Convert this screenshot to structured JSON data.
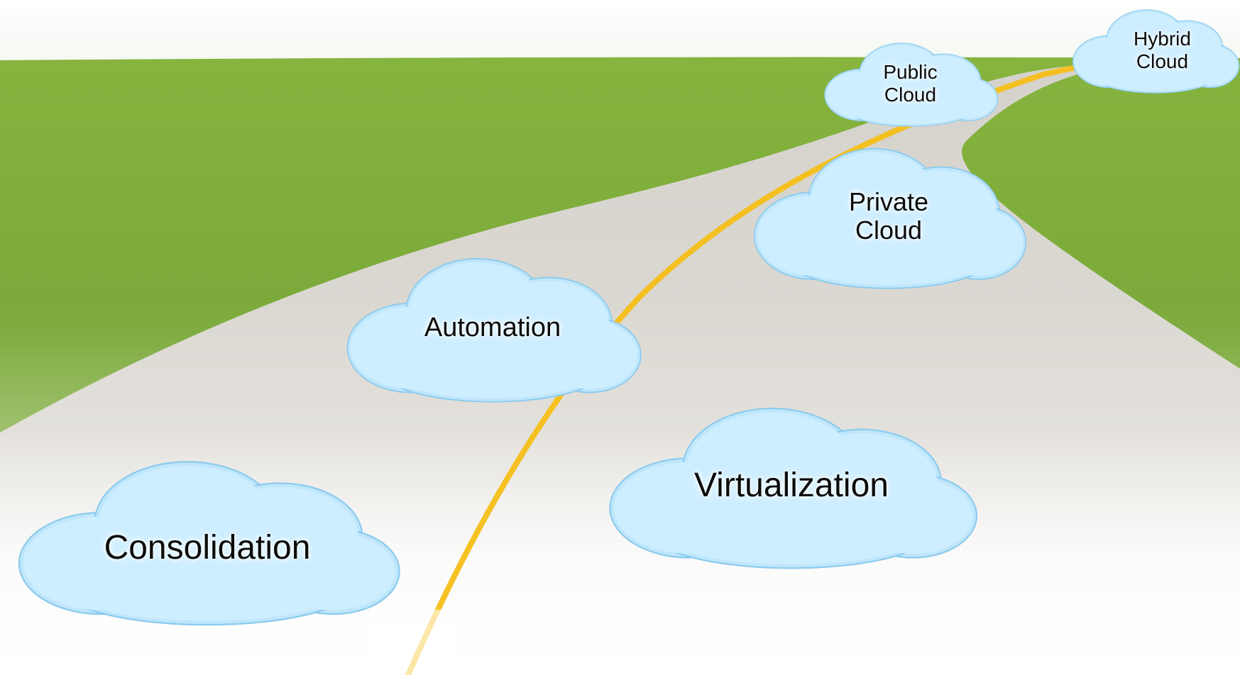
{
  "colors": {
    "sky": "#ffffff",
    "grass": "#7fae3c",
    "road": "#d9d6d0",
    "lane_line": "#f7c21a",
    "cloud_fill": "#bfe6fb",
    "cloud_edge": "#7cc0e8"
  },
  "clouds": {
    "consolidation": {
      "label": "Consolidation"
    },
    "virtualization": {
      "label": "Virtualization"
    },
    "automation": {
      "label": "Automation"
    },
    "private_cloud": {
      "label": "Private\nCloud"
    },
    "public_cloud": {
      "label": "Public\nCloud"
    },
    "hybrid_cloud": {
      "label": "Hybrid\nCloud"
    }
  }
}
